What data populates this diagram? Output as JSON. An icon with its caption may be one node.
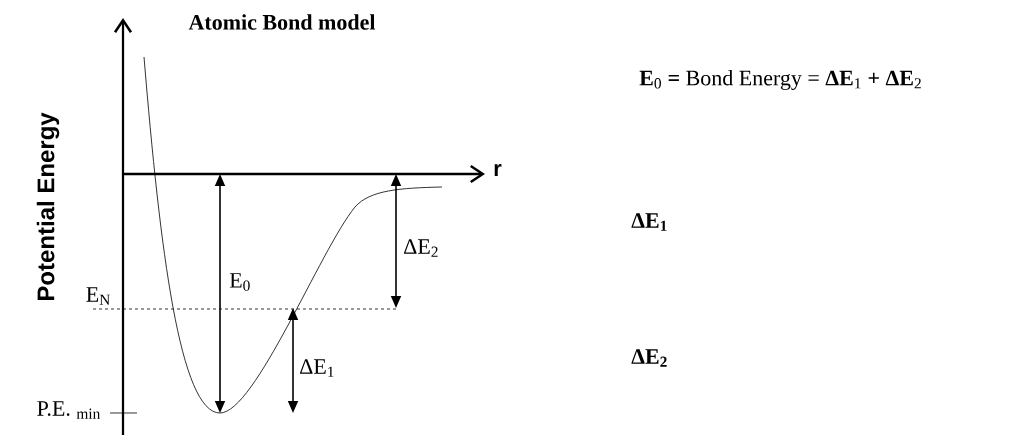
{
  "diagram": {
    "title": "Atomic Bond model",
    "labels": [
      "r",
      "Potential Energy",
      "E$_{0}$",
      "ΔE$_{2}$",
      "E$_{N}$",
      "ΔE$_{1}$",
      "P.E. $_{min}$",
      "**E**$_{0}$ **=** Bond Energy = **ΔE**$_{1}$ **+ ΔE**$_{2}$",
      "ΔE$_{1}$",
      "ΔE$_{2}$"
    ]
  }
}
